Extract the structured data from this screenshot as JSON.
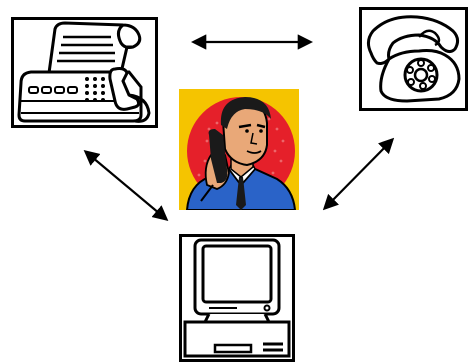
{
  "diagram": {
    "nodes": [
      {
        "id": "fax",
        "icon": "fax-machine-icon"
      },
      {
        "id": "phone",
        "icon": "rotary-telephone-icon"
      },
      {
        "id": "man",
        "icon": "man-on-telephone-icon"
      },
      {
        "id": "computer",
        "icon": "desktop-computer-icon"
      }
    ],
    "edges": [
      {
        "from": "fax",
        "to": "phone",
        "direction": "both"
      },
      {
        "from": "fax",
        "to": "computer",
        "direction": "both"
      },
      {
        "from": "phone",
        "to": "computer",
        "direction": "both"
      }
    ]
  },
  "colors": {
    "line": "#000000",
    "background": "#ffffff",
    "portrait_bg": "#f5c400",
    "portrait_circle": "#e5202a",
    "portrait_suit": "#2a63c8",
    "portrait_skin": "#e9a878"
  }
}
